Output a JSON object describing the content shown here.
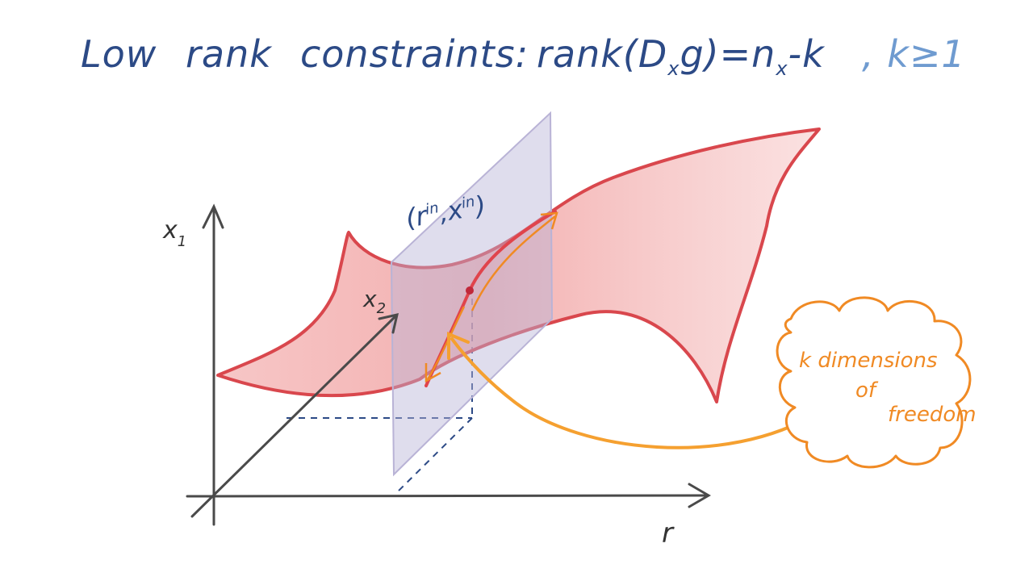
{
  "title": {
    "w1": "Low",
    "w2": "rank",
    "w3": "constraints:",
    "eq_rank": "rank(D",
    "eq_sub_x": "x",
    "eq_g": "g)=n",
    "eq_sub_x2": "x",
    "eq_minus_k": "-k",
    "cond": ", k≥1"
  },
  "axes": {
    "x1_base": "x",
    "x1_sub": "1",
    "x2_base": "x",
    "x2_sub": "2",
    "r": "r"
  },
  "point": {
    "open": "(r",
    "sup1": "in",
    "comma": ",x",
    "sup2": "in",
    "close": ")"
  },
  "cloud": {
    "line1": "k  dimensions",
    "line2": "of",
    "line3": "freedom"
  },
  "colors": {
    "title": "#2c4a86",
    "title_light": "#6f9bd0",
    "surface_edge": "#d9474d",
    "surface_fill": "#f2a3a3",
    "plane": "#b9b3d6",
    "orange": "#f08a24",
    "axis": "#4a4a4a"
  }
}
